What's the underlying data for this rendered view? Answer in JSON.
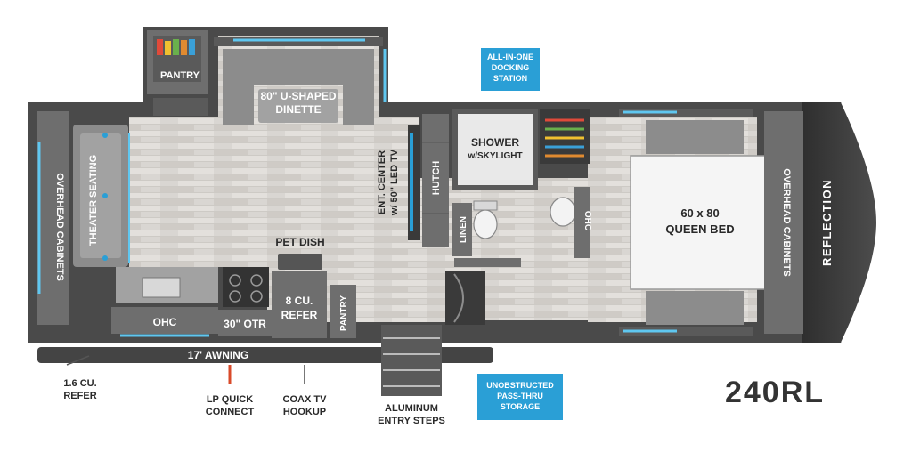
{
  "model": "240RL",
  "brand": "REFLECTION",
  "colors": {
    "accent_blue": "#2a9fd6",
    "shell": "#4a4a4a",
    "cabinet": "#6e6e6e",
    "glow": "#5fc7f0"
  },
  "rooms": {
    "pantry_top": "PANTRY",
    "dinette": [
      "80\" U-SHAPED",
      "DINETTE"
    ],
    "theater_seating": "THEATER SEATING",
    "overhead_cabinets_left": "OVERHEAD CABINETS",
    "ent_center": [
      "ENT. CENTER",
      "w/ 50\" LED TV"
    ],
    "hutch": "HUTCH",
    "shower": [
      "SHOWER",
      "w/SKYLIGHT"
    ],
    "linen": "LINEN",
    "ohc_bath": "OHC",
    "queen_bed": [
      "60 x 80",
      "QUEEN BED"
    ],
    "overhead_cabinets_right": "OVERHEAD CABINETS",
    "pet_dish": "PET DISH",
    "ohc_kitchen": "OHC",
    "otr": "30\" OTR",
    "refer": [
      "8 CU.",
      "REFER"
    ],
    "pantry_kitchen": "PANTRY"
  },
  "callouts": {
    "docking": [
      "ALL-IN-ONE",
      "DOCKING",
      "STATION"
    ],
    "storage": [
      "UNOBSTRUCTED",
      "PASS-THRU",
      "STORAGE"
    ]
  },
  "exterior": {
    "awning": "17' AWNING",
    "refer_outside": [
      "1.6 CU.",
      "REFER"
    ],
    "lp": [
      "LP QUICK",
      "CONNECT"
    ],
    "coax": [
      "COAX TV",
      "HOOKUP"
    ],
    "steps": [
      "ALUMINUM",
      "ENTRY STEPS"
    ]
  }
}
